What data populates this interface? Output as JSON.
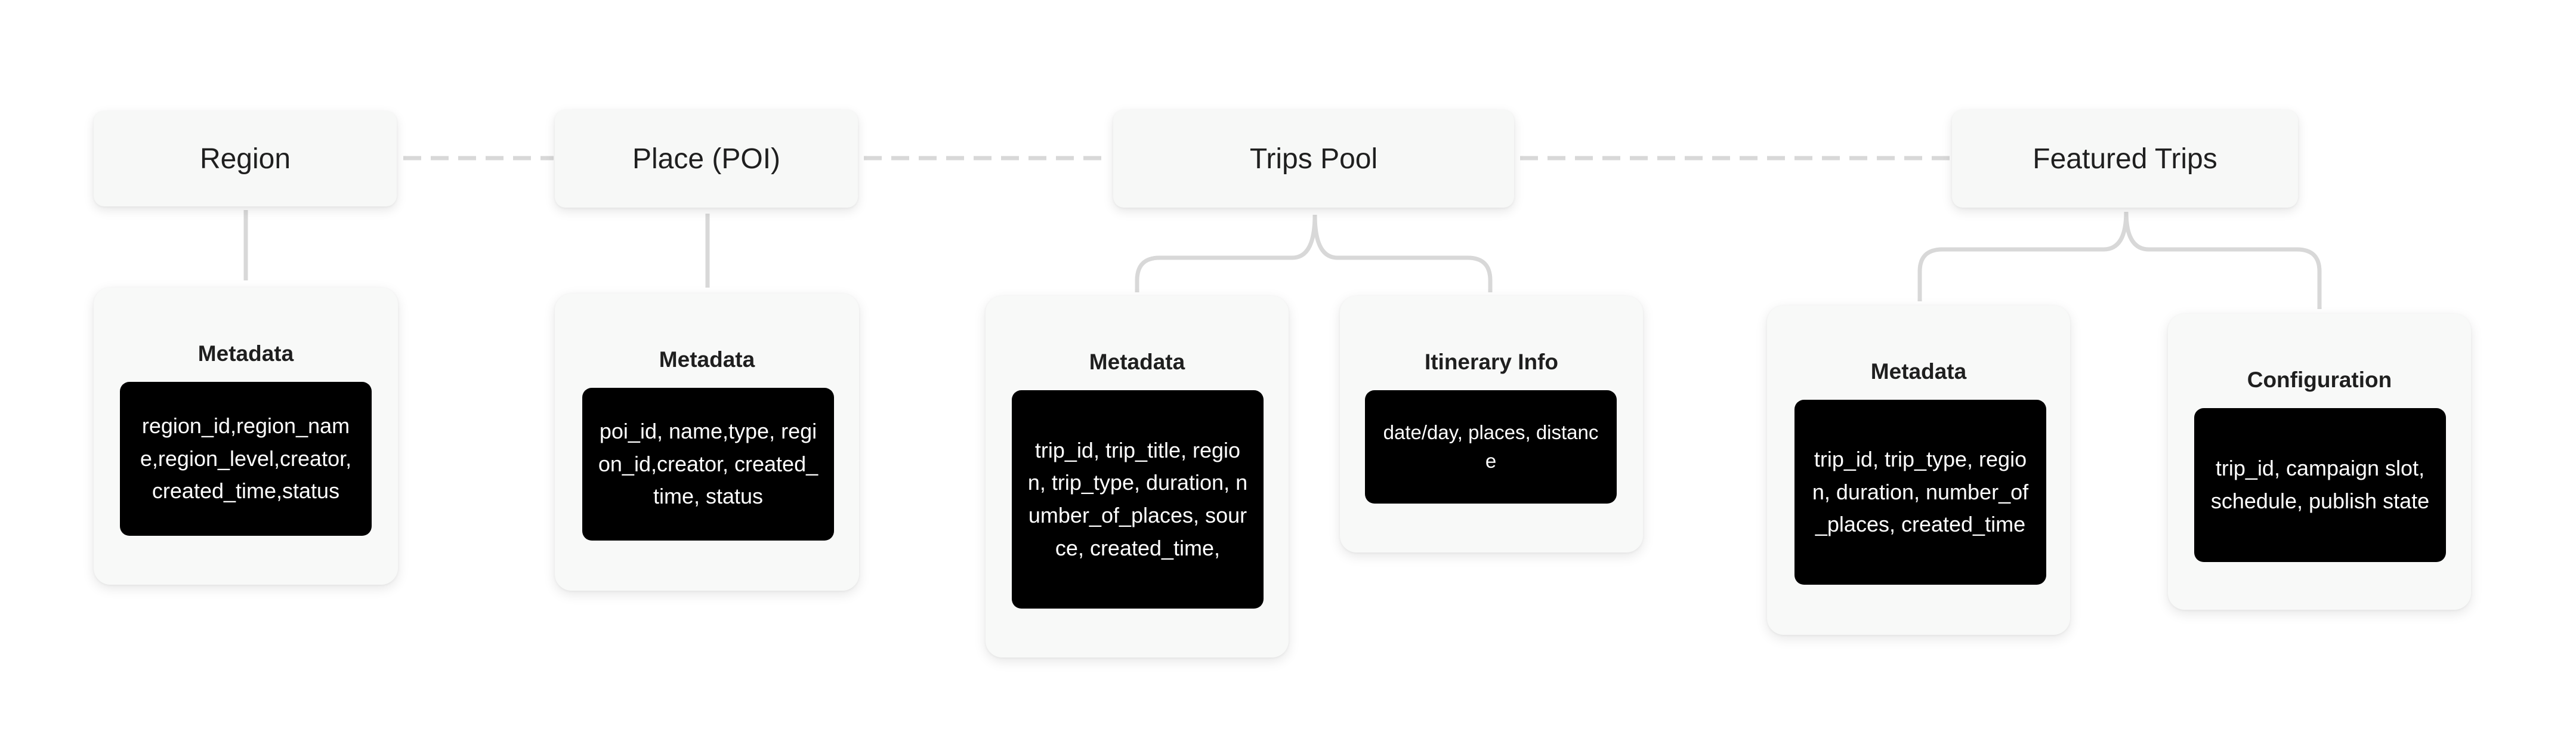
{
  "diagram": {
    "entities": {
      "region": "Region",
      "place": "Place (POI)",
      "trips_pool": "Trips Pool",
      "featured_trips": "Featured Trips"
    },
    "cards": {
      "region_metadata": {
        "title": "Metadata",
        "fields": "region_id,region_name,region_level,creator, created_time,status"
      },
      "place_metadata": {
        "title": "Metadata",
        "fields": "poi_id, name,type, region_id,creator, created_time, status"
      },
      "trips_pool_metadata": {
        "title": "Metadata",
        "fields": "trip_id, trip_title, region, trip_type, duration, number_of_places, source, created_time,"
      },
      "trips_pool_itinerary": {
        "title": "Itinerary Info",
        "fields": "date/day, places, distance"
      },
      "featured_metadata": {
        "title": "Metadata",
        "fields": "trip_id,  trip_type, region, duration, number_of_places, created_time"
      },
      "featured_configuration": {
        "title": "Configuration",
        "fields": "trip_id, campaign slot, schedule, publish state"
      }
    },
    "colors": {
      "background": "#ffffff",
      "node_fill": "#f7f8f7",
      "field_box": "#000000",
      "field_text": "#ffffff",
      "connector": "#d9d9d9"
    }
  }
}
